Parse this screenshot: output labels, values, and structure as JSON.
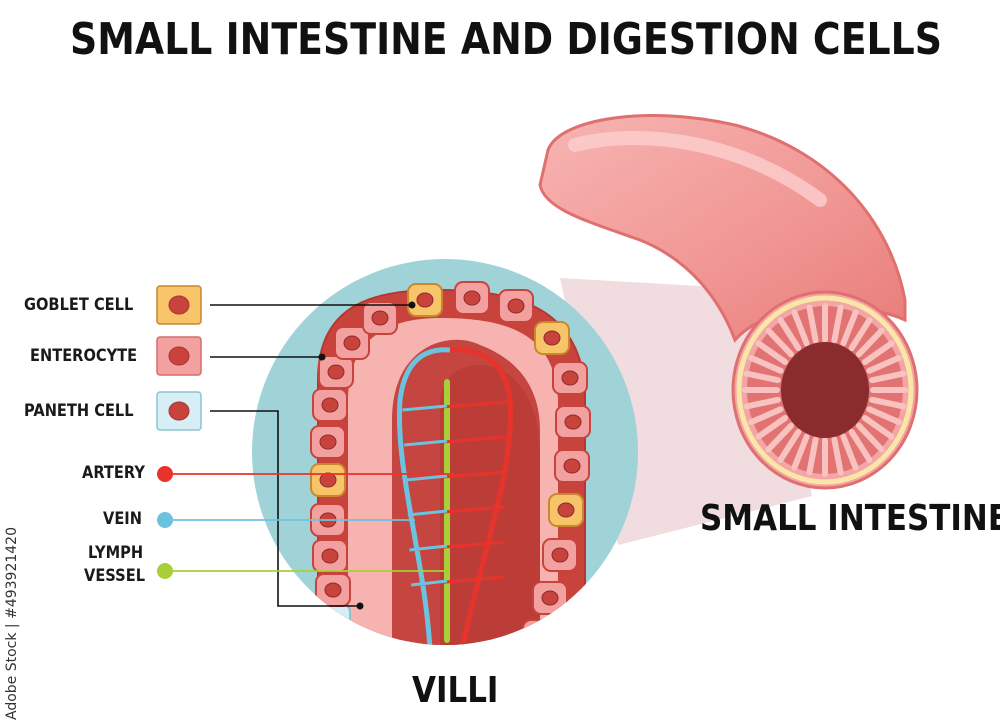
{
  "title": "SMALL INTESTINE AND DIGESTION CELLS",
  "legend": {
    "goblet_cell": "GOBLET CELL",
    "enterocyte": "ENTEROCYTE",
    "paneth_cell": "PANETH CELL",
    "artery": "ARTERY",
    "vein": "VEIN",
    "lymph_vessel_line1": "LYMPH",
    "lymph_vessel_line2": "VESSEL"
  },
  "captions": {
    "small_intestine": "SMALL INTESTINE",
    "villi": "VILLI"
  },
  "watermark": "Adobe Stock | #493921420",
  "colors": {
    "goblet": "#f7c46a",
    "enterocyte": "#f2a0a0",
    "paneth": "#d6eef4",
    "artery": "#e8332b",
    "vein": "#6cc3e0",
    "lymph": "#a9cf38",
    "circle_bg": "#9fd3d8",
    "intestine": "#f08c8c"
  }
}
